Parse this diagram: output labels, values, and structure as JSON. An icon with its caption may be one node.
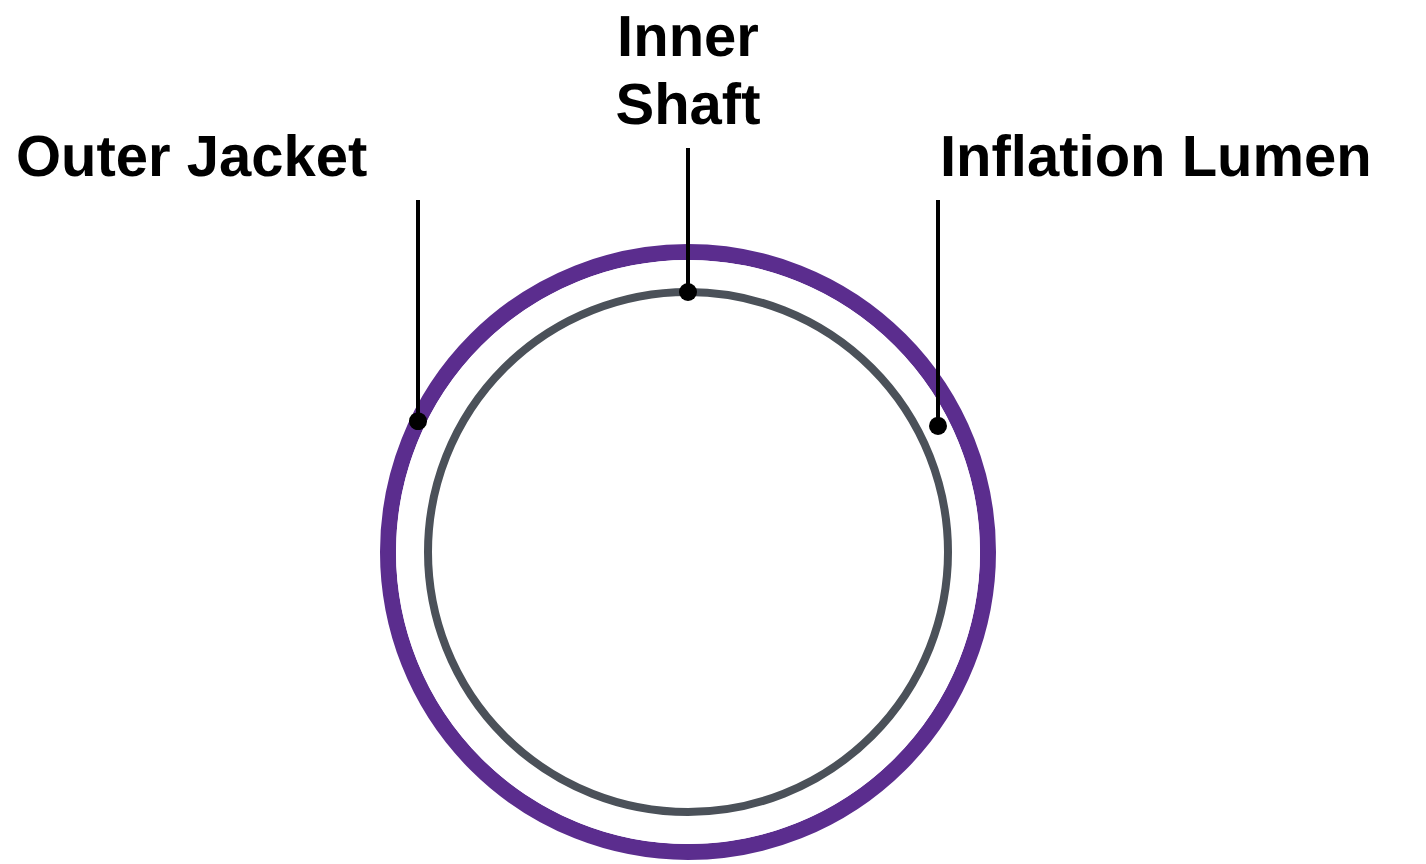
{
  "diagram": {
    "nodes": [
      {
        "text": [
          "Outer Jacket"
        ]
      },
      {
        "text": [
          "Inner Shaft"
        ]
      },
      {
        "text": [
          "Inflation Lumen"
        ]
      },
      {
        "text": [],
        "shape": "circle"
      },
      {
        "text": [],
        "shape": "ring",
        "in": 3
      },
      {
        "text": [],
        "shape": "circle",
        "in": 4
      }
    ],
    "edges": [
      {
        "from": 0,
        "to": 3,
        "arrow": "other"
      },
      {
        "from": 1,
        "to": 5,
        "arrow": "other"
      },
      {
        "from": 2,
        "to": 4,
        "arrow": "other"
      }
    ]
  }
}
